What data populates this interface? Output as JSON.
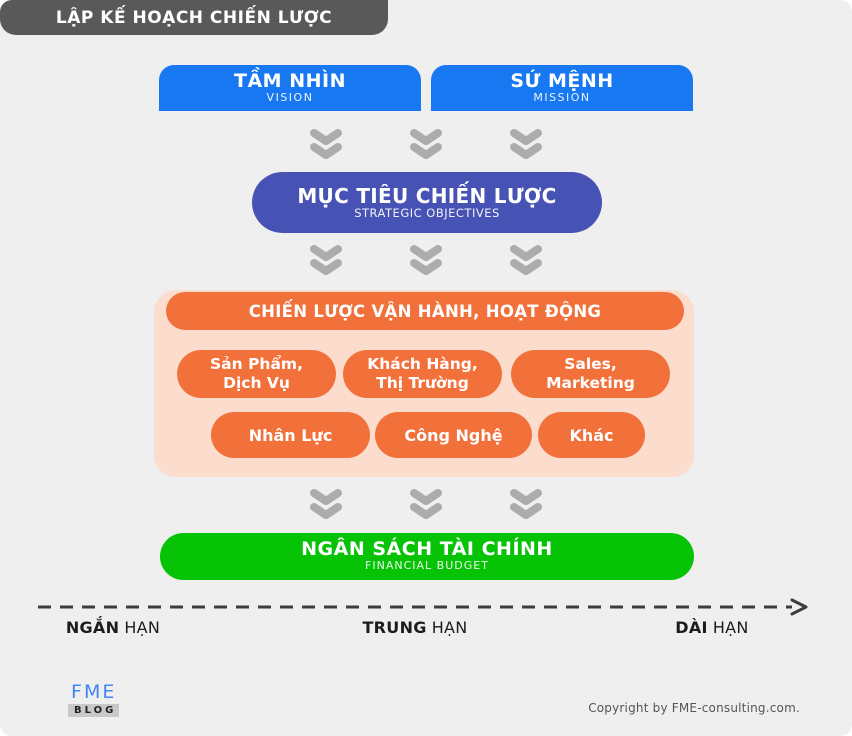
{
  "header": {
    "title": "LẬP KẾ HOẠCH CHIẾN LƯỢC"
  },
  "vision": {
    "title": "TẦM NHÌN",
    "subtitle": "VISION"
  },
  "mission": {
    "title": "SỨ MỆNH",
    "subtitle": "MISSION"
  },
  "objectives": {
    "title": "MỤC TIÊU CHIẾN LƯỢC",
    "subtitle": "STRATEGIC OBJECTIVES"
  },
  "operations": {
    "header": "CHIẾN LƯỢC VẬN HÀNH, HOẠT ĐỘNG",
    "row1": [
      {
        "line1": "Sản Phẩm,",
        "line2": "Dịch Vụ"
      },
      {
        "line1": "Khách Hàng,",
        "line2": "Thị Trường"
      },
      {
        "line1": "Sales,",
        "line2": "Marketing"
      }
    ],
    "row2": [
      {
        "label": "Nhân Lực"
      },
      {
        "label": "Công Nghệ"
      },
      {
        "label": "Khác"
      }
    ]
  },
  "budget": {
    "title": "NGÂN SÁCH TÀI CHÍNH",
    "subtitle": "FINANCIAL BUDGET"
  },
  "timeline": {
    "labels": [
      {
        "bold": "NGẮN",
        "rest": "HẠN"
      },
      {
        "bold": "TRUNG",
        "rest": "HẠN"
      },
      {
        "bold": "DÀI",
        "rest": "HẠN"
      }
    ]
  },
  "footer": {
    "logo_line1": "FME",
    "logo_line2": "BLOG",
    "copyright": "Copyright by FME-consulting.com."
  },
  "icons": {
    "chevron": "double-chevron-down",
    "timeline_arrow": "dashed-arrow-right"
  },
  "colors": {
    "background": "#F0EFEF",
    "header_gray": "#595959",
    "blue": "#1778F2",
    "indigo": "#4753B4",
    "orange": "#F2713B",
    "peach": "#FBDCCD",
    "green": "#06C306",
    "chevron_gray": "#ACACAC",
    "arrow_dark": "#3C3C3C",
    "logo_blue": "#4285F4"
  }
}
